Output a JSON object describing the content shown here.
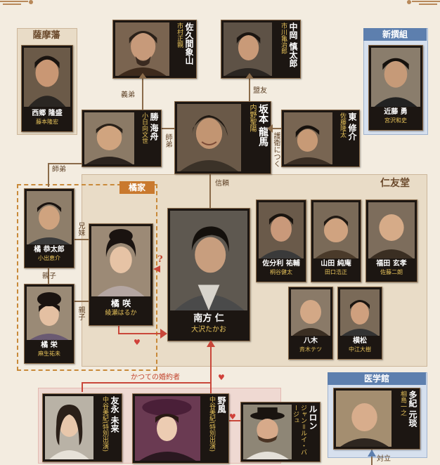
{
  "groups": {
    "satsuma": "薩摩藩",
    "shinsengumi": "新撰組",
    "tachibana": "橘家",
    "jinyudo": "仁友堂",
    "igakukan": "医学館"
  },
  "characters": {
    "saigo": {
      "name": "西郷 隆盛",
      "actor": "藤本隆宏"
    },
    "sakuma": {
      "name": "佐久間象山",
      "actor": "市村正親"
    },
    "nakaoka": {
      "name": "中岡 慎太郎",
      "actor": "市川亀治郎"
    },
    "kondo": {
      "name": "近藤 勇",
      "actor": "宮沢和史"
    },
    "katsu": {
      "name": "勝 海舟",
      "actor": "小日向文世"
    },
    "sakamoto": {
      "name": "坂本 龍馬",
      "actor": "内野聖陽"
    },
    "togo": {
      "name": "東 修介",
      "actor": "佐藤隆太"
    },
    "kyotaro": {
      "name": "橘 恭太郎",
      "actor": "小出恵介"
    },
    "saki": {
      "name": "橘 咲",
      "actor": "綾瀬はるか"
    },
    "jin": {
      "name": "南方 仁",
      "actor": "大沢たかお"
    },
    "sabuwari": {
      "name": "佐分利 祐輔",
      "actor": "桐谷健太"
    },
    "yamada": {
      "name": "山田 純庵",
      "actor": "田口浩正"
    },
    "fukuda": {
      "name": "福田 玄孝",
      "actor": "佐藤二朗"
    },
    "hachiki": {
      "name": "八木",
      "actor": "斉木テツ"
    },
    "yokomatsu": {
      "name": "横松",
      "actor": "中江大樹"
    },
    "sakae": {
      "name": "橘 栄",
      "actor": "麻生祐未"
    },
    "miki": {
      "name": "友永 未来",
      "actor": "中谷美紀(特別出演)"
    },
    "nokaze": {
      "name": "野風",
      "actor": "中谷美紀(特別出演)"
    },
    "ruron": {
      "name": "ルロン",
      "actor": "ジャン＝ルイ・バージュ"
    },
    "taki": {
      "name": "多紀 元琰",
      "actor": "相島一之"
    }
  },
  "relations": {
    "gitei": "義弟",
    "meiyu": "盟友",
    "shitei_a": "師弟",
    "shitei_b": "師弟",
    "goei": "護衛につく",
    "shinrai": "信頼",
    "kyomai": "兄妹",
    "oyako_a": "親子",
    "oyako_b": "親子",
    "question": "?",
    "konyakusha": "かつての婚約者",
    "tairitsu": "対立"
  },
  "colors": {
    "background": "#f3ece0",
    "card": "#1c1612",
    "actor_text": "#e6c25a",
    "heart": "#d0413a",
    "line": "#8a6b4a"
  }
}
